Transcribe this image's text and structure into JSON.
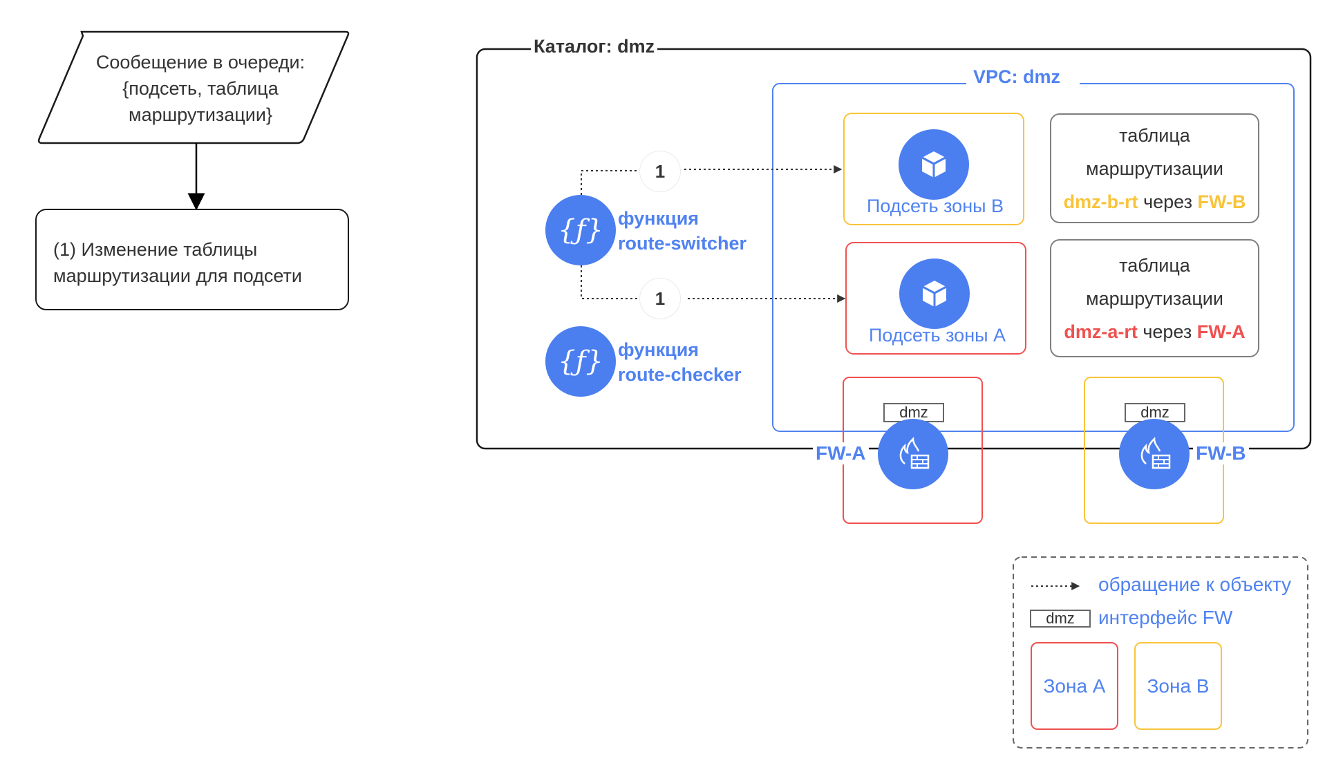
{
  "flowchart": {
    "queue_message": {
      "line1": "Сообещение в очереди:",
      "line2": "{подсеть, таблица",
      "line3": "маршрутизации}"
    },
    "step": {
      "line1": "(1) Изменение таблицы",
      "line2": "маршрутизации для подсети"
    }
  },
  "diagram": {
    "catalog_label": "Каталог: dmz",
    "vpc_label": "VPC: dmz",
    "subnet_b_label": "Подсеть зоны B",
    "subnet_a_label": "Подсеть зоны A",
    "route_table_b": {
      "line1": "таблица",
      "line2": "маршрутизации",
      "name": "dmz-b-rt",
      "via": " через ",
      "fw": "FW-B"
    },
    "route_table_a": {
      "line1": "таблица",
      "line2": "маршрутизации",
      "name": "dmz-a-rt",
      "via": " через ",
      "fw": "FW-A"
    },
    "badge_top": "1",
    "badge_bottom": "1",
    "function_switcher": {
      "line1": "функция",
      "line2": "route-switcher"
    },
    "function_checker": {
      "line1": "функция",
      "line2": "route-checker"
    },
    "function_glyph": "{ƒ}",
    "fw_a_label": "FW-A",
    "fw_b_label": "FW-B",
    "fw_a_iface": "dmz",
    "fw_b_iface": "dmz",
    "icons": {
      "function": "function-icon",
      "subnet": "cube-icon",
      "firewall": "firewall-icon"
    }
  },
  "legend": {
    "access_label": "обращение к объекту",
    "iface_box": "dmz",
    "iface_label": "интерфейс FW",
    "zone_a": "Зона A",
    "zone_b": "Зона B"
  },
  "colors": {
    "accent_blue": "#5082f0",
    "icon_blue": "#4b7ff0",
    "zone_a_red": "#f05050",
    "zone_b_yellow": "#f8c43a",
    "border_gray": "#7f7f7f",
    "line_dark": "#1a1a1a"
  }
}
